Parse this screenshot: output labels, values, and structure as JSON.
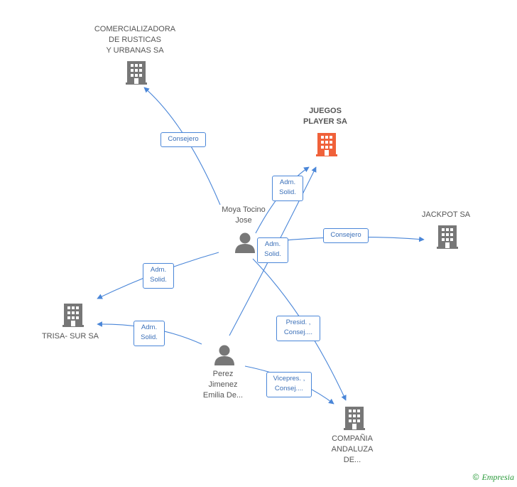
{
  "colors": {
    "edge": "#4a86d8",
    "company": "#777777",
    "company_main": "#f0613a",
    "person": "#777777"
  },
  "nodes": {
    "comercializadora": {
      "label": "COMERCIALIZADORA\nDE RUSTICAS\nY URBANAS SA",
      "icon": "building-icon"
    },
    "juegos_player": {
      "label": "JUEGOS\nPLAYER SA",
      "icon": "building-icon"
    },
    "jackpot": {
      "label": "JACKPOT SA",
      "icon": "building-icon"
    },
    "trisa_sur": {
      "label": "TRISA- SUR SA",
      "icon": "building-icon"
    },
    "compania_andaluza": {
      "label": "COMPAÑIA\nANDALUZA\nDE...",
      "icon": "building-icon"
    },
    "moya_tocino": {
      "label": "Moya Tocino\nJose",
      "icon": "person-icon"
    },
    "perez_jimenez": {
      "label": "Perez\nJimenez\nEmilia De...",
      "icon": "person-icon"
    }
  },
  "edges": {
    "moya_comercializadora": "Consejero",
    "moya_juegos": "Adm.\nSolid.",
    "perez_juegos": "Adm.\nSolid.",
    "moya_jackpot": "Consejero",
    "moya_trisa": "Adm.\nSolid.",
    "perez_trisa": "Adm.\nSolid.",
    "moya_compania": "Presid. ,\nConsej....",
    "perez_compania": "Vicepres. ,\nConsej...."
  },
  "footer": {
    "copyright": "©",
    "brand": "Empresia"
  }
}
